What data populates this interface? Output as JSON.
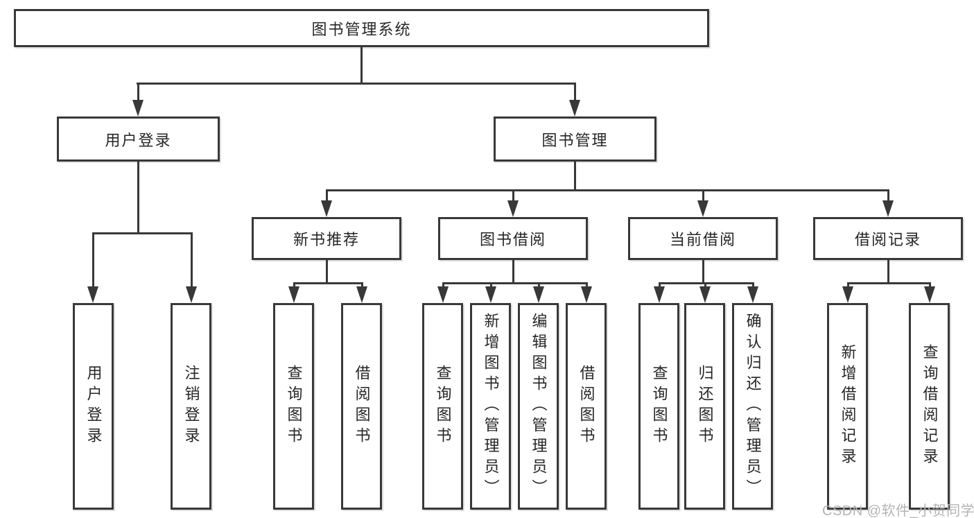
{
  "diagram": {
    "title": "图书管理系统",
    "root": {
      "label": "图书管理系统"
    },
    "level2": [
      {
        "label": "用户登录"
      },
      {
        "label": "图书管理"
      }
    ],
    "level3": [
      {
        "label": "新书推荐"
      },
      {
        "label": "图书借阅"
      },
      {
        "label": "当前借阅"
      },
      {
        "label": "借阅记录"
      }
    ],
    "leaves": [
      {
        "label": "用户登录",
        "parent": "用户登录"
      },
      {
        "label": "注销登录",
        "parent": "用户登录"
      },
      {
        "label": "查询图书",
        "parent": "新书推荐"
      },
      {
        "label": "借阅图书",
        "parent": "新书推荐"
      },
      {
        "label": "查询图书",
        "parent": "图书借阅"
      },
      {
        "label": "新增图书（管理员）",
        "parent": "图书借阅"
      },
      {
        "label": "编辑图书（管理员）",
        "parent": "图书借阅"
      },
      {
        "label": "借阅图书",
        "parent": "图书借阅"
      },
      {
        "label": "查询图书",
        "parent": "当前借阅"
      },
      {
        "label": "归还图书",
        "parent": "当前借阅"
      },
      {
        "label": "确认归还（管理员）",
        "parent": "当前借阅"
      },
      {
        "label": "新增借阅记录",
        "parent": "借阅记录"
      },
      {
        "label": "查询借阅记录",
        "parent": "借阅记录"
      }
    ],
    "colors": {
      "line": "#383838",
      "box_border": "#383838",
      "box_fill": "#ffffff",
      "text": "#262626",
      "watermark": "#b4b4b4",
      "background": "#ffffff"
    }
  },
  "watermark": {
    "text": "CSDN @软件_小贺同学"
  }
}
